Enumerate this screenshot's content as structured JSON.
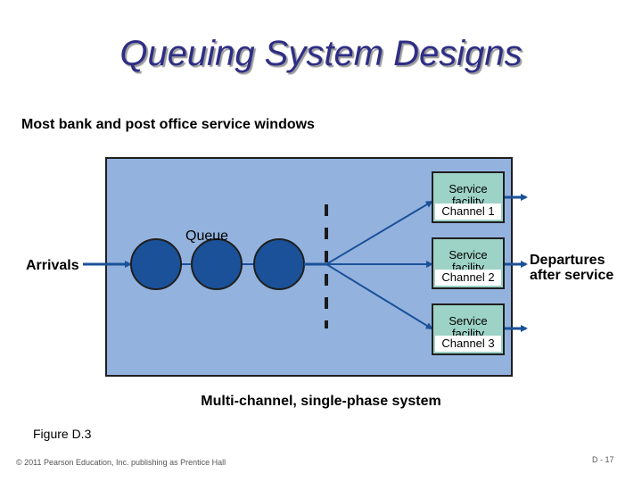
{
  "title": "Queuing System Designs",
  "subtitle": "Most bank and post office service windows",
  "diagram": {
    "queue_label": "Queue",
    "arrivals_label": "Arrivals",
    "departures_label": [
      "Departures",
      "after service"
    ],
    "channels": [
      {
        "facility": [
          "Service",
          "facility"
        ],
        "label": "Channel 1"
      },
      {
        "facility": [
          "Service",
          "facility"
        ],
        "label": "Channel 2"
      },
      {
        "facility": [
          "Service",
          "facility"
        ],
        "label": "Channel 3"
      }
    ],
    "caption": "Multi-channel, single-phase system"
  },
  "figure_label": "Figure D.3",
  "footer": {
    "copyright": "© 2011 Pearson Education, Inc. publishing as Prentice Hall",
    "page_number": "D - 17"
  },
  "colors": {
    "title": "#2e2e86",
    "system_fill": "#93b3de",
    "queue_circle": "#1b5199",
    "arrow": "#1b5199",
    "service_fill": "#9dd2c6"
  }
}
